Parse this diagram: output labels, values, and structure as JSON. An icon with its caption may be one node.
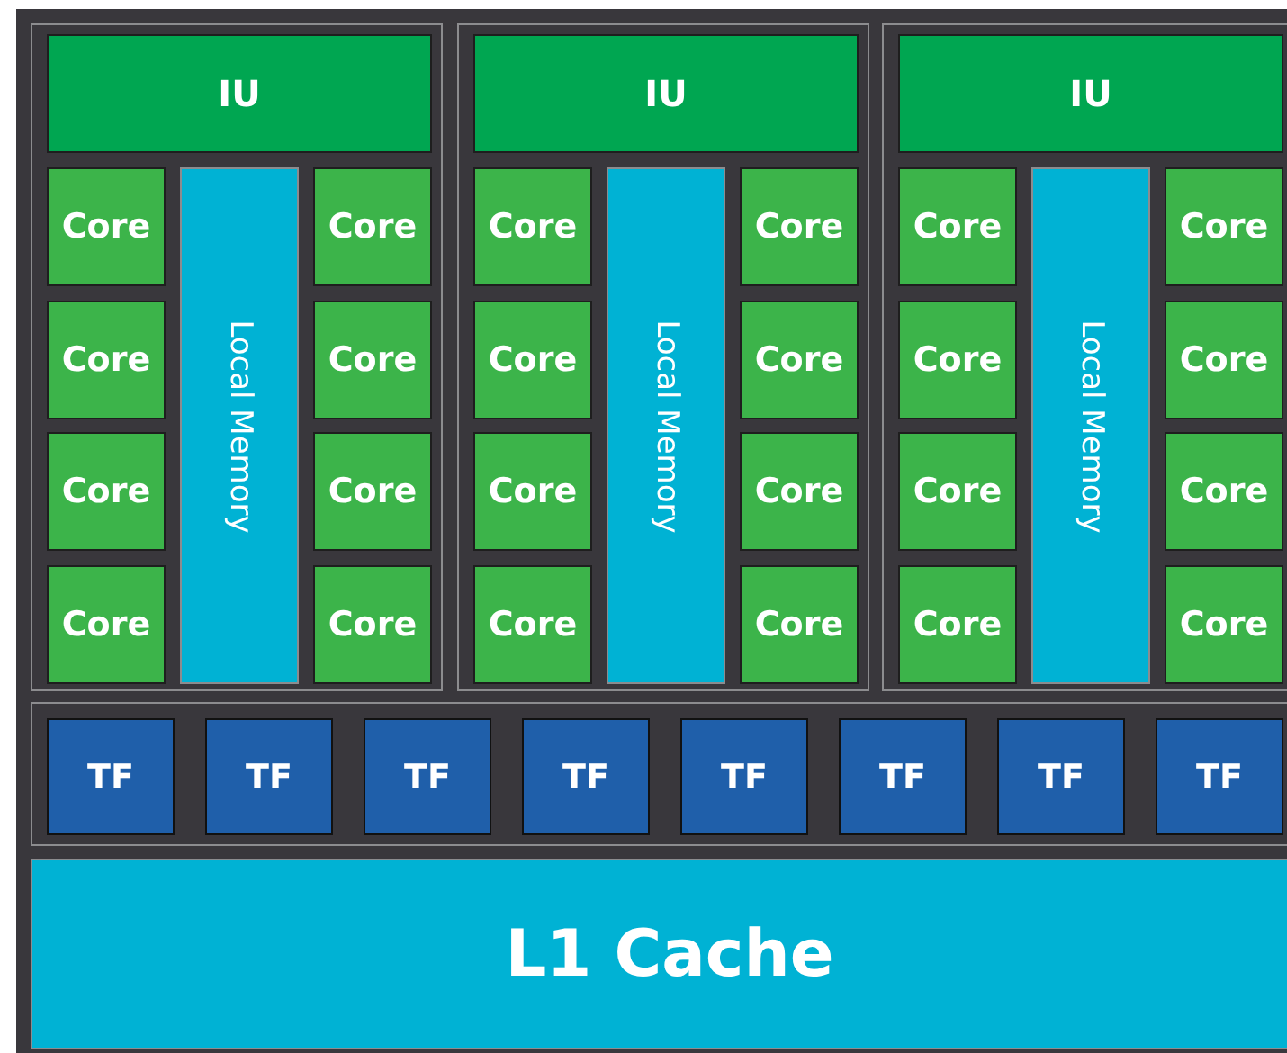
{
  "diagram": {
    "nodes": [
      {
        "text": [],
        "shape": "box"
      },
      {
        "text": [
          "IU"
        ],
        "in": 0
      },
      {
        "text": [
          "Core"
        ],
        "in": 0
      },
      {
        "text": [
          "Local Memory"
        ],
        "in": 0
      },
      {
        "text": [
          "Core"
        ],
        "in": 0
      },
      {
        "text": [
          "Core"
        ],
        "in": 0
      },
      {
        "text": [
          "Core"
        ],
        "in": 0
      },
      {
        "text": [
          "Core"
        ],
        "in": 0
      },
      {
        "text": [
          "Core"
        ],
        "in": 0
      },
      {
        "text": [
          "Core"
        ],
        "in": 0
      },
      {
        "text": [
          "Core"
        ],
        "in": 0
      },
      {
        "text": [],
        "shape": "box"
      },
      {
        "text": [
          "IU"
        ],
        "in": 11
      },
      {
        "text": [
          "Core"
        ],
        "in": 11
      },
      {
        "text": [
          "Local Memory"
        ],
        "in": 11
      },
      {
        "text": [
          "Core"
        ],
        "in": 11
      },
      {
        "text": [
          "Core"
        ],
        "in": 11
      },
      {
        "text": [
          "Core"
        ],
        "in": 11
      },
      {
        "text": [
          "Core"
        ],
        "in": 11
      },
      {
        "text": [
          "Core"
        ],
        "in": 11
      },
      {
        "text": [
          "Core"
        ],
        "in": 11
      },
      {
        "text": [
          "Core"
        ],
        "in": 11
      },
      {
        "text": [],
        "shape": "box"
      },
      {
        "text": [
          "IU"
        ],
        "in": 22
      },
      {
        "text": [
          "Core"
        ],
        "in": 22
      },
      {
        "text": [
          "Local Memory"
        ],
        "in": 22
      },
      {
        "text": [
          "Core"
        ],
        "in": 22
      },
      {
        "text": [
          "Core"
        ],
        "in": 22
      },
      {
        "text": [
          "Core"
        ],
        "in": 22
      },
      {
        "text": [
          "Core"
        ],
        "in": 22
      },
      {
        "text": [
          "Core"
        ],
        "in": 22
      },
      {
        "text": [
          "Core"
        ],
        "in": 22
      },
      {
        "text": [
          "Core"
        ],
        "in": 22
      },
      {
        "text": [],
        "shape": "box"
      },
      {
        "text": [
          "TF"
        ],
        "in": 33
      },
      {
        "text": [
          "TF"
        ],
        "in": 33
      },
      {
        "text": [
          "TF"
        ],
        "in": 33
      },
      {
        "text": [
          "TF"
        ],
        "in": 33
      },
      {
        "text": [
          "TF"
        ],
        "in": 33
      },
      {
        "text": [
          "TF"
        ],
        "in": 33
      },
      {
        "text": [
          "TF"
        ],
        "in": 33
      },
      {
        "text": [
          "TF"
        ],
        "in": 33
      },
      {
        "text": [
          "L1 Cache"
        ]
      }
    ]
  }
}
